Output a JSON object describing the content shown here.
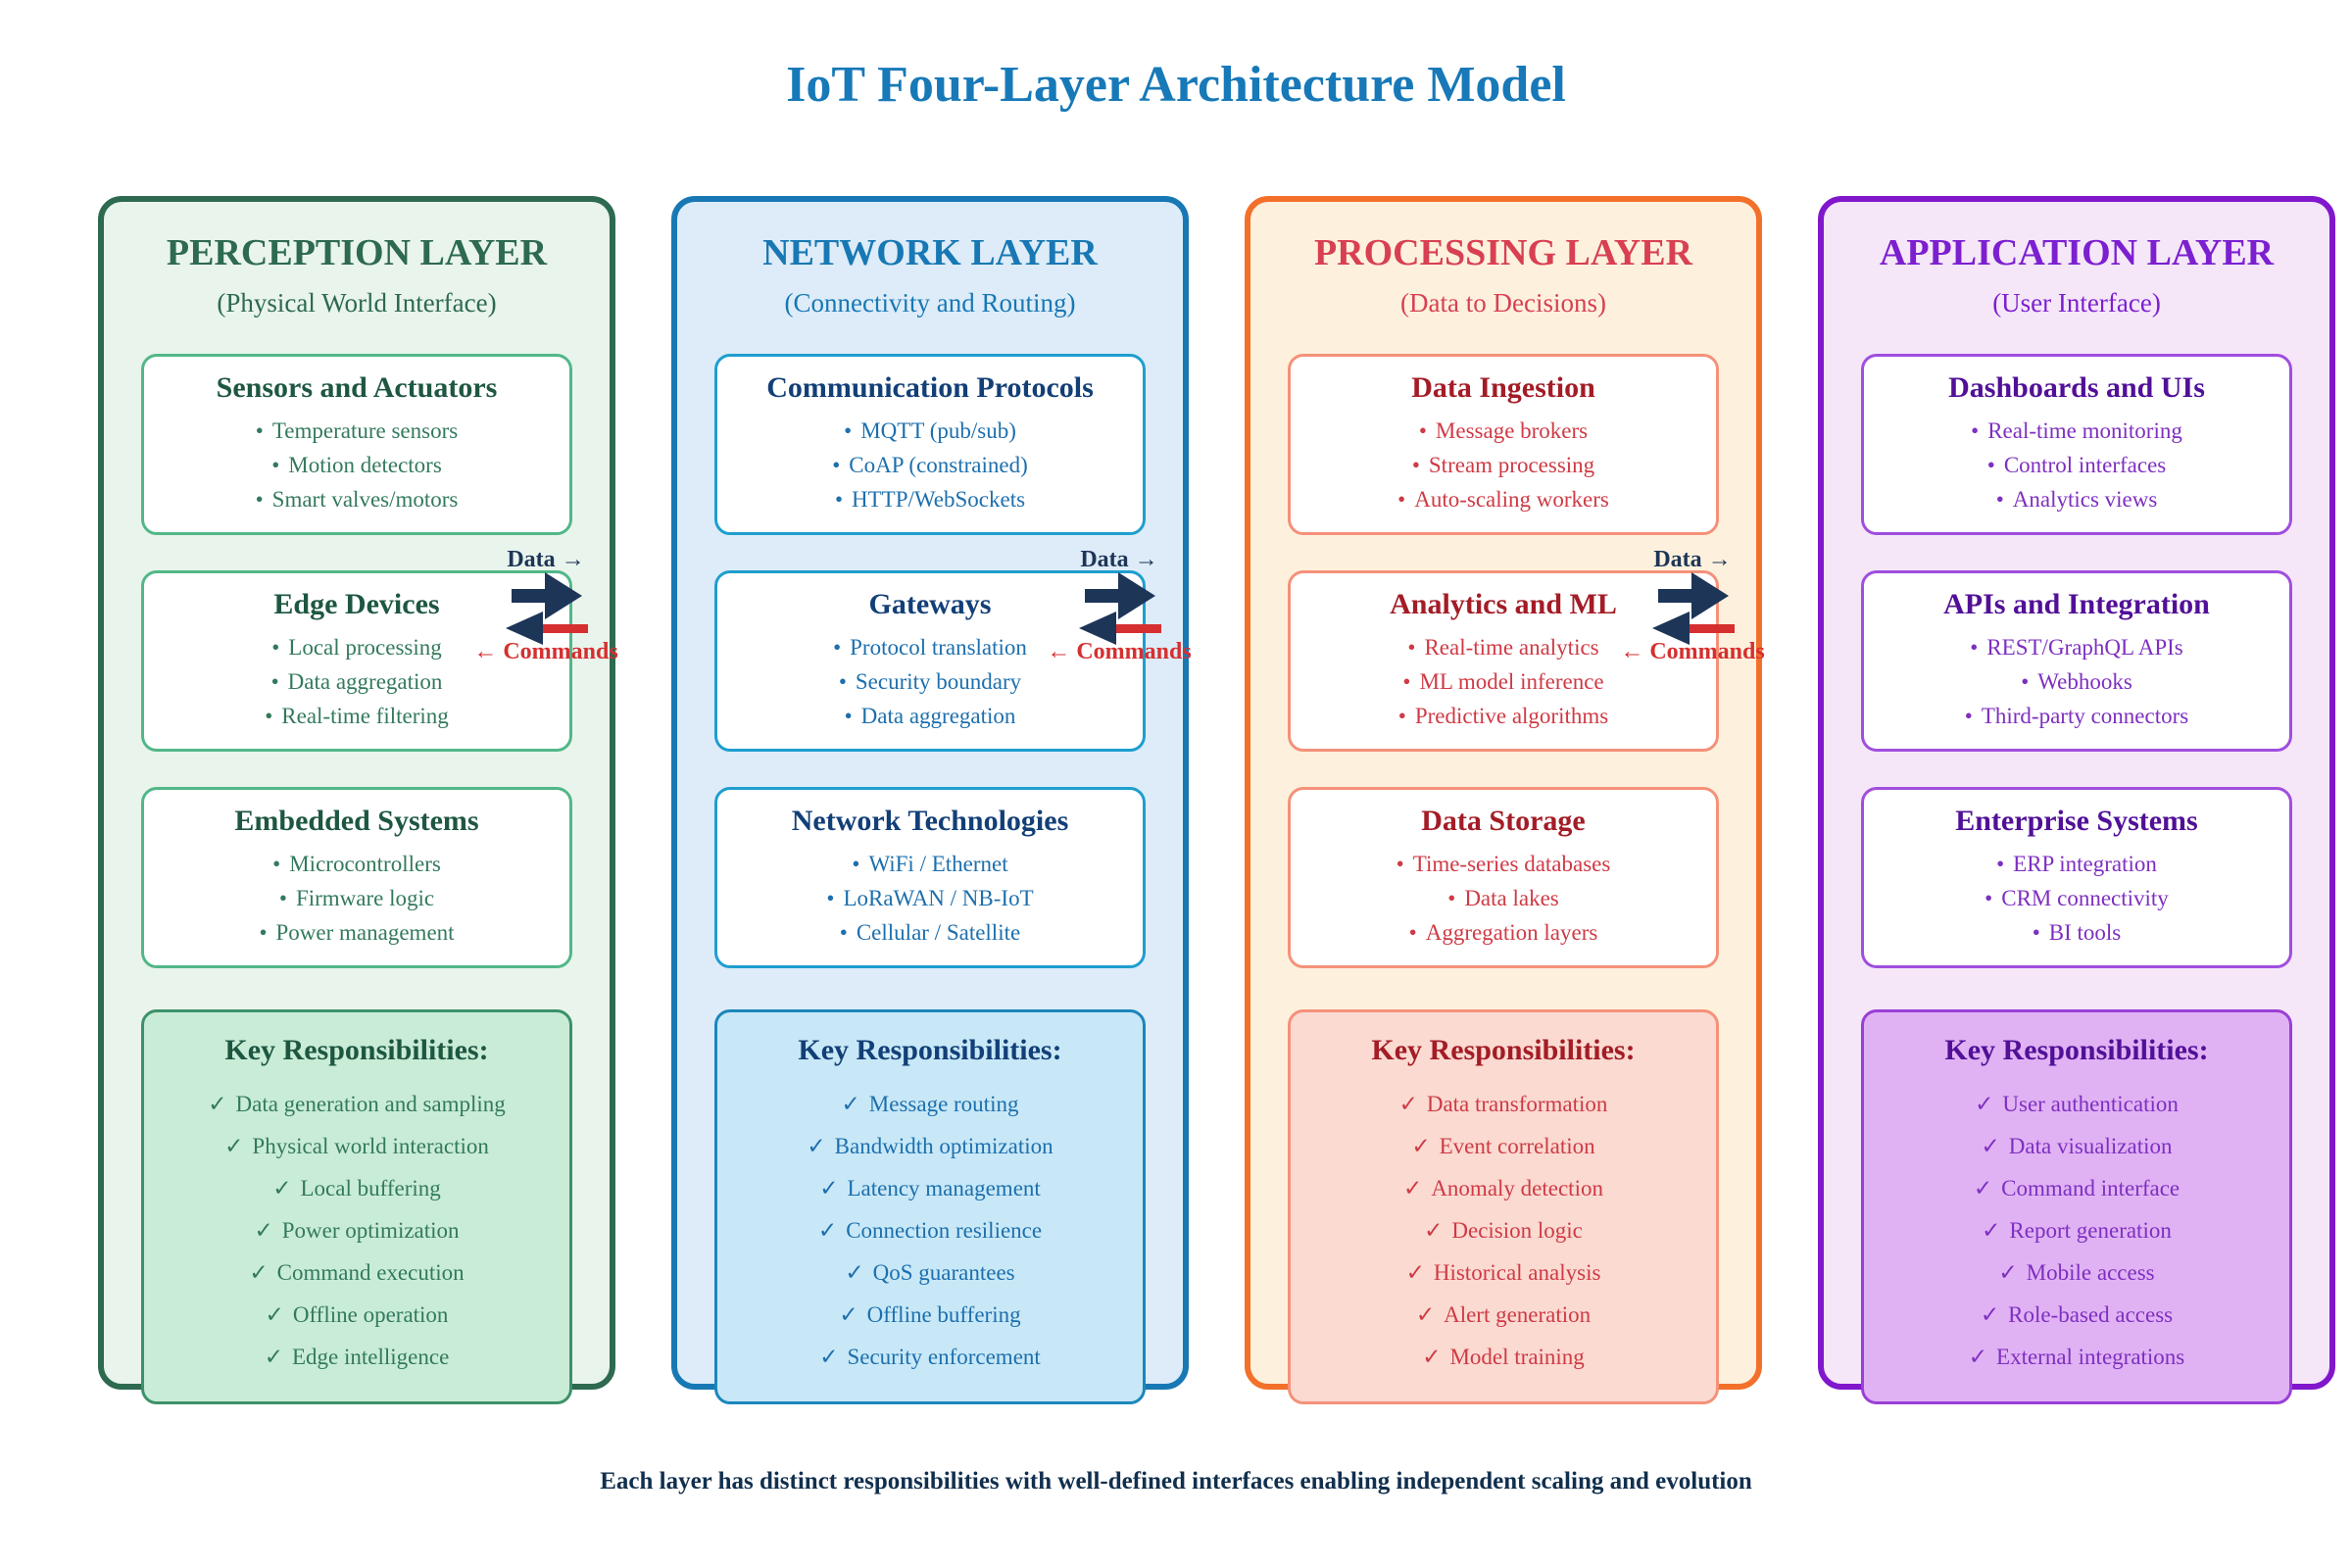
{
  "title": "IoT Four-Layer Architecture Model",
  "footer": "Each layer has distinct responsibilities with well-defined interfaces enabling independent scaling and evolution",
  "glyphs": {
    "bullet": "•",
    "check": "✓"
  },
  "colors": {
    "title_blue": "#1779b8",
    "arrow_navy": "#1d3557",
    "arrow_red": "#d62f2f",
    "footer_navy": "#112f4e"
  },
  "flow": {
    "data_label": "Data",
    "data_arrow": "→",
    "commands_arrow": "←",
    "commands_label": "Commands"
  },
  "layers": [
    {
      "name": "PERCEPTION LAYER",
      "subtitle": "(Physical World Interface)",
      "colors": {
        "border": "#2d6a4f",
        "bg": "#e9f4ec",
        "header": "#2d6a4f",
        "box_border": "#52b788",
        "box_title": "#1e5741",
        "item": "#337a5c",
        "resp_bg": "#c9ecd7",
        "resp_border": "#3c9169"
      },
      "boxes": [
        {
          "title": "Sensors and Actuators",
          "items": [
            "Temperature sensors",
            "Motion detectors",
            "Smart valves/motors"
          ]
        },
        {
          "title": "Edge Devices",
          "items": [
            "Local processing",
            "Data aggregation",
            "Real-time filtering"
          ]
        },
        {
          "title": "Embedded Systems",
          "items": [
            "Microcontrollers",
            "Firmware logic",
            "Power management"
          ]
        }
      ],
      "responsibilities": {
        "title": "Key Responsibilities:",
        "items": [
          "Data generation and sampling",
          "Physical world interaction",
          "Local buffering",
          "Power optimization",
          "Command execution",
          "Offline operation",
          "Edge intelligence"
        ]
      }
    },
    {
      "name": "NETWORK LAYER",
      "subtitle": "(Connectivity and Routing)",
      "colors": {
        "border": "#1878b4",
        "bg": "#ddecf8",
        "header": "#1878b4",
        "box_border": "#1e9ecf",
        "box_title": "#123f77",
        "item": "#1d6fad",
        "resp_bg": "#c8e8f7",
        "resp_border": "#1b86bb"
      },
      "boxes": [
        {
          "title": "Communication Protocols",
          "items": [
            "MQTT (pub/sub)",
            "CoAP (constrained)",
            "HTTP/WebSockets"
          ]
        },
        {
          "title": "Gateways",
          "items": [
            "Protocol translation",
            "Security boundary",
            "Data aggregation"
          ]
        },
        {
          "title": "Network Technologies",
          "items": [
            "WiFi / Ethernet",
            "LoRaWAN / NB-IoT",
            "Cellular / Satellite"
          ]
        }
      ],
      "responsibilities": {
        "title": "Key Responsibilities:",
        "items": [
          "Message routing",
          "Bandwidth optimization",
          "Latency management",
          "Connection resilience",
          "QoS guarantees",
          "Offline buffering",
          "Security enforcement"
        ]
      }
    },
    {
      "name": "PROCESSING LAYER",
      "subtitle": "(Data to Decisions)",
      "colors": {
        "border": "#f3702b",
        "bg": "#fdf1dd",
        "header": "#d84052",
        "box_border": "#f5917a",
        "box_title": "#a31c26",
        "item": "#cf3a45",
        "resp_bg": "#fadad1",
        "resp_border": "#f5917a"
      },
      "boxes": [
        {
          "title": "Data Ingestion",
          "items": [
            "Message brokers",
            "Stream processing",
            "Auto-scaling workers"
          ]
        },
        {
          "title": "Analytics and ML",
          "items": [
            "Real-time analytics",
            "ML model inference",
            "Predictive algorithms"
          ]
        },
        {
          "title": "Data Storage",
          "items": [
            "Time-series databases",
            "Data lakes",
            "Aggregation layers"
          ]
        }
      ],
      "responsibilities": {
        "title": "Key Responsibilities:",
        "items": [
          "Data transformation",
          "Event correlation",
          "Anomaly detection",
          "Decision logic",
          "Historical analysis",
          "Alert generation",
          "Model training"
        ]
      }
    },
    {
      "name": "APPLICATION LAYER",
      "subtitle": "(User Interface)",
      "colors": {
        "border": "#8117cc",
        "bg": "#f5e7f8",
        "header": "#7c1fd0",
        "box_border": "#a04ede",
        "box_title": "#511097",
        "item": "#7e2fc0",
        "resp_bg": "#e0b2f4",
        "resp_border": "#9a3fd6"
      },
      "boxes": [
        {
          "title": "Dashboards and UIs",
          "items": [
            "Real-time monitoring",
            "Control interfaces",
            "Analytics views"
          ]
        },
        {
          "title": "APIs and Integration",
          "items": [
            "REST/GraphQL APIs",
            "Webhooks",
            "Third-party connectors"
          ]
        },
        {
          "title": "Enterprise Systems",
          "items": [
            "ERP integration",
            "CRM connectivity",
            "BI tools"
          ]
        }
      ],
      "responsibilities": {
        "title": "Key Responsibilities:",
        "items": [
          "User authentication",
          "Data visualization",
          "Command interface",
          "Report generation",
          "Mobile access",
          "Role-based access",
          "External integrations"
        ]
      }
    }
  ]
}
